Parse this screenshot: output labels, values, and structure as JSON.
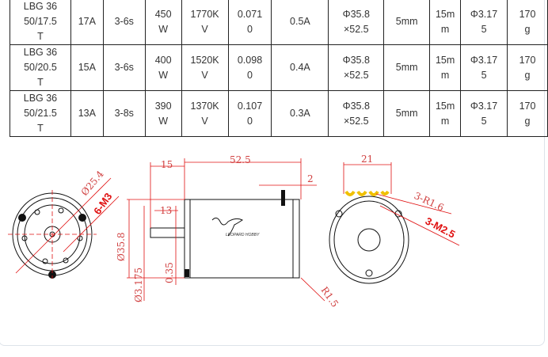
{
  "table": {
    "rows": [
      [
        "LBG 36\n50/17.5\nT",
        "17A",
        "3-6s",
        "450\nW",
        "1770K\nV",
        "0.071\n0",
        "0.5A",
        "Φ35.8\n×52.5",
        "5mm",
        "15m\nm",
        "Φ3.17\n5",
        "170\ng"
      ],
      [
        "LBG 36\n50/20.5\nT",
        "15A",
        "3-6s",
        "400\nW",
        "1520K\nV",
        "0.098\n0",
        "0.4A",
        "Φ35.8\n×52.5",
        "5mm",
        "15m\nm",
        "Φ3.17\n5",
        "170\ng"
      ],
      [
        "LBG 36\n50/21.5\nT",
        "13A",
        "3-8s",
        "390\nW",
        "1370K\nV",
        "0.107\n0",
        "0.3A",
        "Φ35.8\n×52.5",
        "5mm",
        "15m\nm",
        "Φ3.17\n5",
        "170\ng"
      ]
    ]
  },
  "drawing": {
    "front": {
      "dia": "Ø25.4",
      "holes": "6-M3"
    },
    "side": {
      "len": "52.5",
      "shaft": "15",
      "shaft2": "13",
      "gap": "2",
      "dia": "Ø35.8",
      "shaftdia": "Ø3.175",
      "offset": "0.35",
      "radius": "R1.5",
      "logo": "LEOPARD HOBBY"
    },
    "rear": {
      "width": "21",
      "r": "3-R1.6",
      "holes": "3-M2.5"
    }
  }
}
